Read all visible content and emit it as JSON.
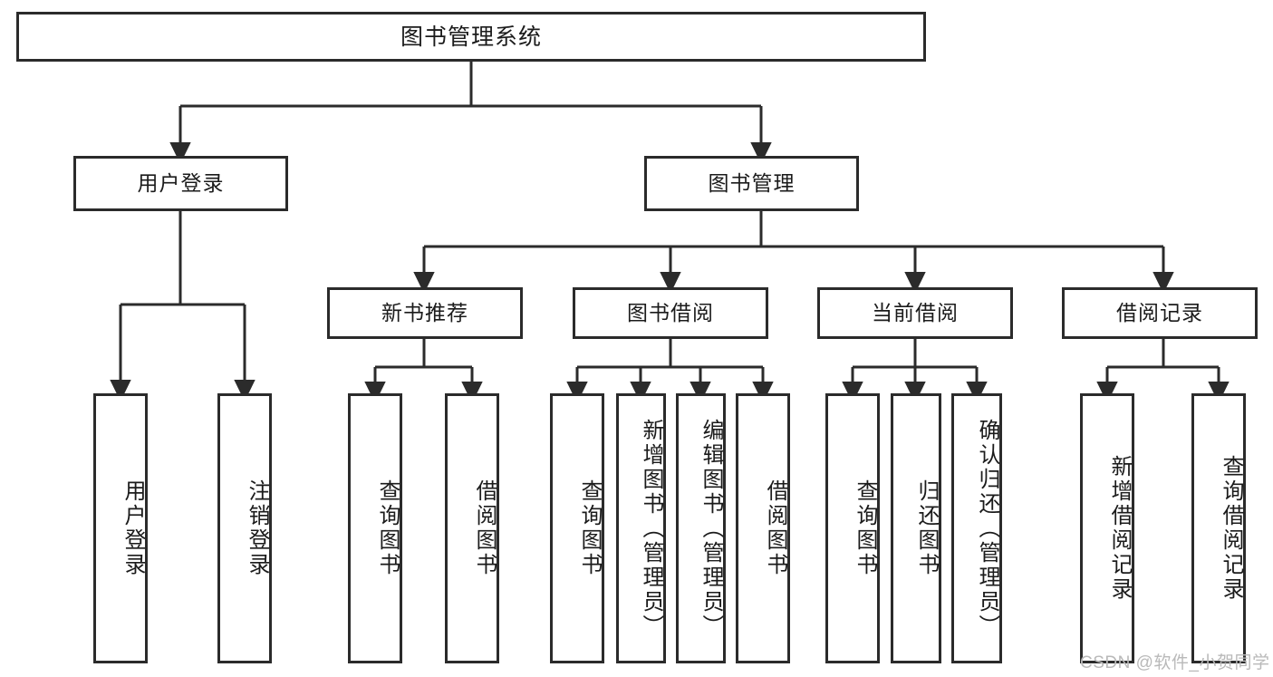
{
  "diagram": {
    "title": "图书管理系统",
    "type": "tree-hierarchy-chart",
    "root": {
      "label": "图书管理系统"
    },
    "level2": [
      {
        "label": "用户登录"
      },
      {
        "label": "图书管理"
      }
    ],
    "level3": [
      {
        "label": "新书推荐"
      },
      {
        "label": "图书借阅"
      },
      {
        "label": "当前借阅"
      },
      {
        "label": "借阅记录"
      }
    ],
    "leaves": {
      "user_login": [
        {
          "label": "用户登录"
        },
        {
          "label": "注销登录"
        }
      ],
      "new_book_recommend": [
        {
          "label": "查询图书"
        },
        {
          "label": "借阅图书"
        }
      ],
      "book_borrow": [
        {
          "label": "查询图书"
        },
        {
          "label": "新增图书（管理员）"
        },
        {
          "label": "编辑图书（管理员）"
        },
        {
          "label": "借阅图书"
        }
      ],
      "current_borrow": [
        {
          "label": "查询图书"
        },
        {
          "label": "归还图书"
        },
        {
          "label": "确认归还（管理员）"
        }
      ],
      "borrow_record": [
        {
          "label": "新增借阅记录"
        },
        {
          "label": "查询借阅记录"
        }
      ]
    }
  },
  "watermark": {
    "text": "CSDN @软件_小贺同学"
  },
  "colors": {
    "border": "#2b2b2b",
    "background": "#ffffff",
    "text": "#1b1b1b",
    "watermark": "#b9b9b9"
  }
}
